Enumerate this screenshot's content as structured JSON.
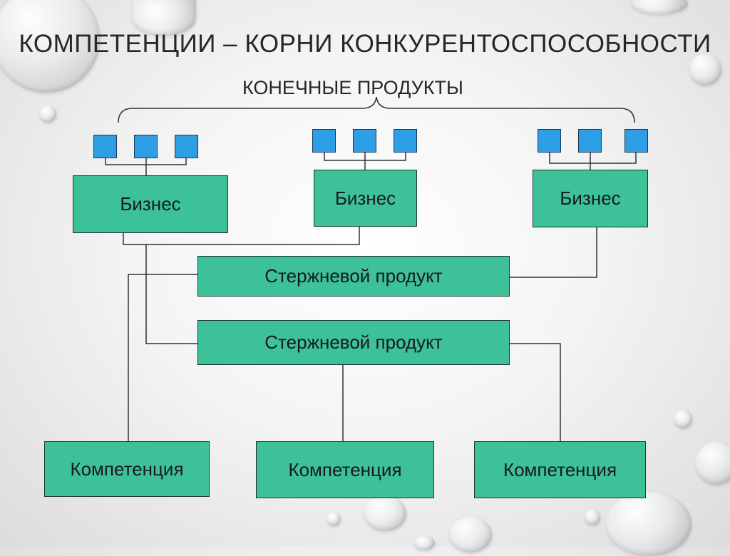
{
  "title": "КОМПЕТЕНЦИИ – КОРНИ КОНКУРЕНТОСПОСОБНОСТИ",
  "subtitle": "КОНЕЧНЫЕ ПРОДУКТЫ",
  "business": [
    "Бизнес",
    "Бизнес",
    "Бизнес"
  ],
  "core_products": [
    "Стержневой продукт",
    "Стержневой продукт"
  ],
  "competencies": [
    "Компетенция",
    "Компетенция",
    "Компетенция"
  ],
  "colors": {
    "box_fill": "#3cc199",
    "product_square": "#2e9ee6",
    "line": "#333333"
  }
}
